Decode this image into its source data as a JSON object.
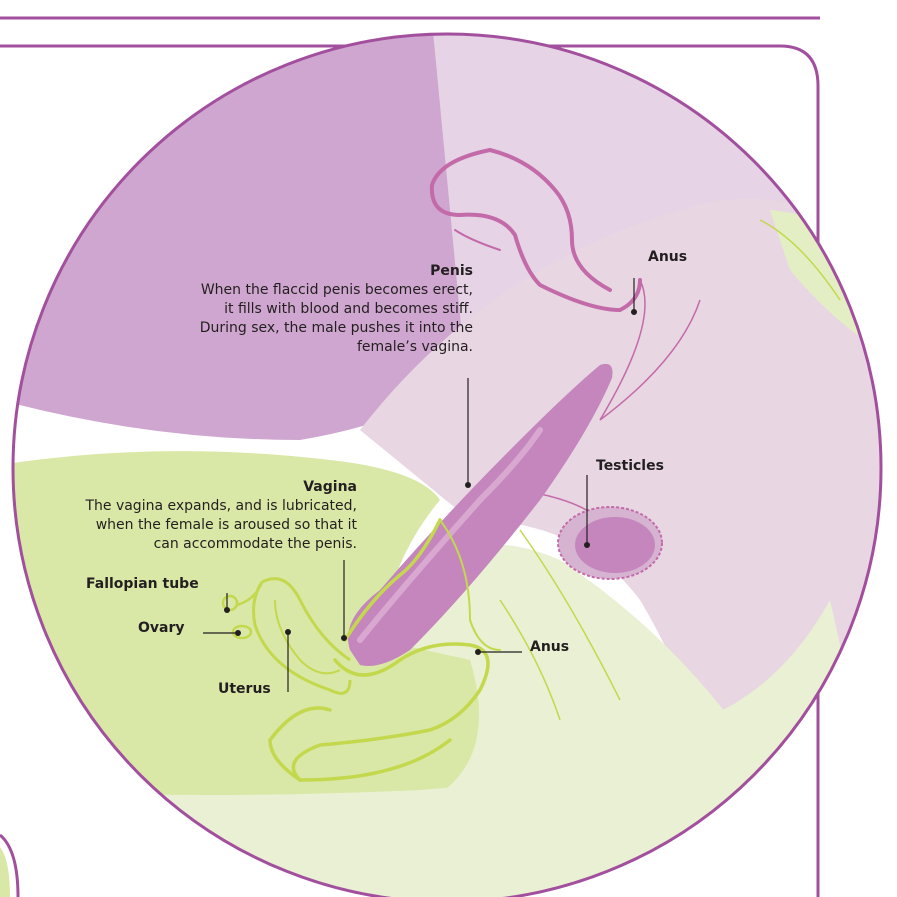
{
  "colors": {
    "frame": "#a24f9e",
    "male_dark": "#cfa6cf",
    "male_light": "#e6d3e6",
    "male_mid": "#e1cfda",
    "male_organ": "#c486bd",
    "male_line": "#c36aa8",
    "female_main": "#d9e8a6",
    "female_light": "#e9f0d3",
    "female_line": "#c3d84d"
  },
  "labels": {
    "penis": {
      "title": "Penis",
      "lines": [
        "When the flaccid penis becomes erect,",
        "it fills with blood and becomes stiff.",
        "During sex, the male  pushes it into the",
        "female’s vagina."
      ]
    },
    "vagina": {
      "title": "Vagina",
      "lines": [
        "The vagina expands, and is lubricated,",
        "when the female is aroused so that it",
        "can accommodate the penis."
      ]
    },
    "anus_male": "Anus",
    "testicles": "Testicles",
    "anus_female": "Anus",
    "fallopian_tube": "Fallopian tube",
    "ovary": "Ovary",
    "uterus": "Uterus"
  }
}
